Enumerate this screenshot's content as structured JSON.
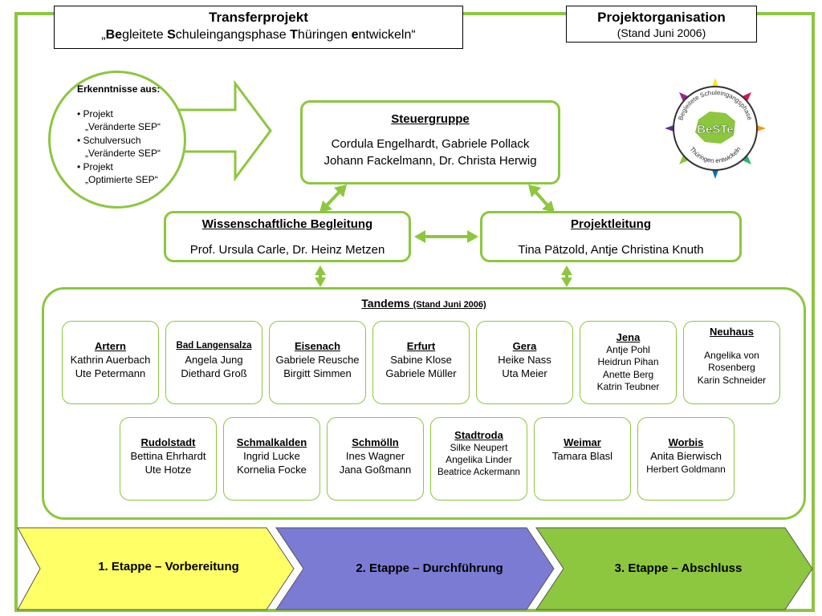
{
  "title": {
    "line1": "Transferprojekt",
    "line2_open": "„",
    "line2_b1": "Be",
    "line2_r1": "gleitete ",
    "line2_b2": "S",
    "line2_r2": "chuleingangsphase ",
    "line2_b3": "T",
    "line2_r3": "hüringen ",
    "line2_b4": "e",
    "line2_r4": "ntwickeln“"
  },
  "org": {
    "title": "Projektorganisation",
    "subtitle": "(Stand Juni 2006)"
  },
  "erkenntnisse": {
    "heading": "Erkenntnisse aus:",
    "items": [
      {
        "line1": "• Projekt",
        "line2": "„Veränderte SEP“"
      },
      {
        "line1": "• Schulversuch",
        "line2": "„Veränderte SEP“"
      },
      {
        "line1": "• Projekt",
        "line2": "„Optimierte SEP“"
      }
    ]
  },
  "steuergruppe": {
    "heading": "Steuergruppe",
    "members1": "Cordula Engelhardt, Gabriele Pollack",
    "members2": "Johann Fackelmann, Dr. Christa Herwig"
  },
  "wissenschaft": {
    "heading": "Wissenschaftliche Begleitung",
    "members": "Prof. Ursula Carle,  Dr. Heinz Metzen"
  },
  "projektleitung": {
    "heading": "Projektleitung",
    "members": "Tina Pätzold, Antje Christina Knuth"
  },
  "logo": {
    "center": "BeSTe",
    "ring_top": "Begleitete Schuleingangsphase",
    "ring_bottom": "Thüringen entwickeln"
  },
  "tandems": {
    "title": "Tandems",
    "subtitle": "(Stand Juni 2006)",
    "row1": [
      {
        "city": "Artern",
        "p1": "Kathrin Auerbach",
        "p2": "Ute Petermann"
      },
      {
        "city": "Bad Langensalza",
        "p1": "Angela Jung",
        "p2": "Diethard Groß"
      },
      {
        "city": "Eisenach",
        "p1": "Gabriele Reusche",
        "p2": "Birgitt Simmen"
      },
      {
        "city": "Erfurt",
        "p1": "Sabine Klose",
        "p2": "Gabriele Müller"
      },
      {
        "city": "Gera",
        "p1": "Heike Nass",
        "p2": "Uta Meier"
      },
      {
        "city": "Jena",
        "p1": "Antje Pohl",
        "p2": "Heidrun Pihan",
        "p3": "Anette Berg",
        "p4": "Katrin Teubner"
      },
      {
        "city": "Neuhaus",
        "p1": "Angelika von",
        "p2": "Rosenberg",
        "p3": "Karin Schneider"
      }
    ],
    "row2": [
      {
        "city": "Rudolstadt",
        "p1": "Bettina Ehrhardt",
        "p2": "Ute Hotze"
      },
      {
        "city": "Schmalkalden",
        "p1": "Ingrid Lucke",
        "p2": "Kornelia Focke"
      },
      {
        "city": "Schmölln",
        "p1": "Ines Wagner",
        "p2": "Jana Goßmann"
      },
      {
        "city": "Stadtroda",
        "p1": "Silke Neupert",
        "p2": "Angelika Linder",
        "p3": "Beatrice Ackermann"
      },
      {
        "city": "Weimar",
        "p1": "Tamara Blasl"
      },
      {
        "city": "Worbis",
        "p1": "Anita Bierwisch",
        "p2": "Herbert Goldmann"
      }
    ]
  },
  "stages": [
    {
      "label": "1. Etappe – Vorbereitung",
      "color": "#ffff66"
    },
    {
      "label": "2. Etappe – Durchführung",
      "color": "#7b7bd4"
    },
    {
      "label": "3. Etappe – Abschluss",
      "color": "#8dc63f"
    }
  ],
  "colors": {
    "accent": "#8dc63f"
  }
}
